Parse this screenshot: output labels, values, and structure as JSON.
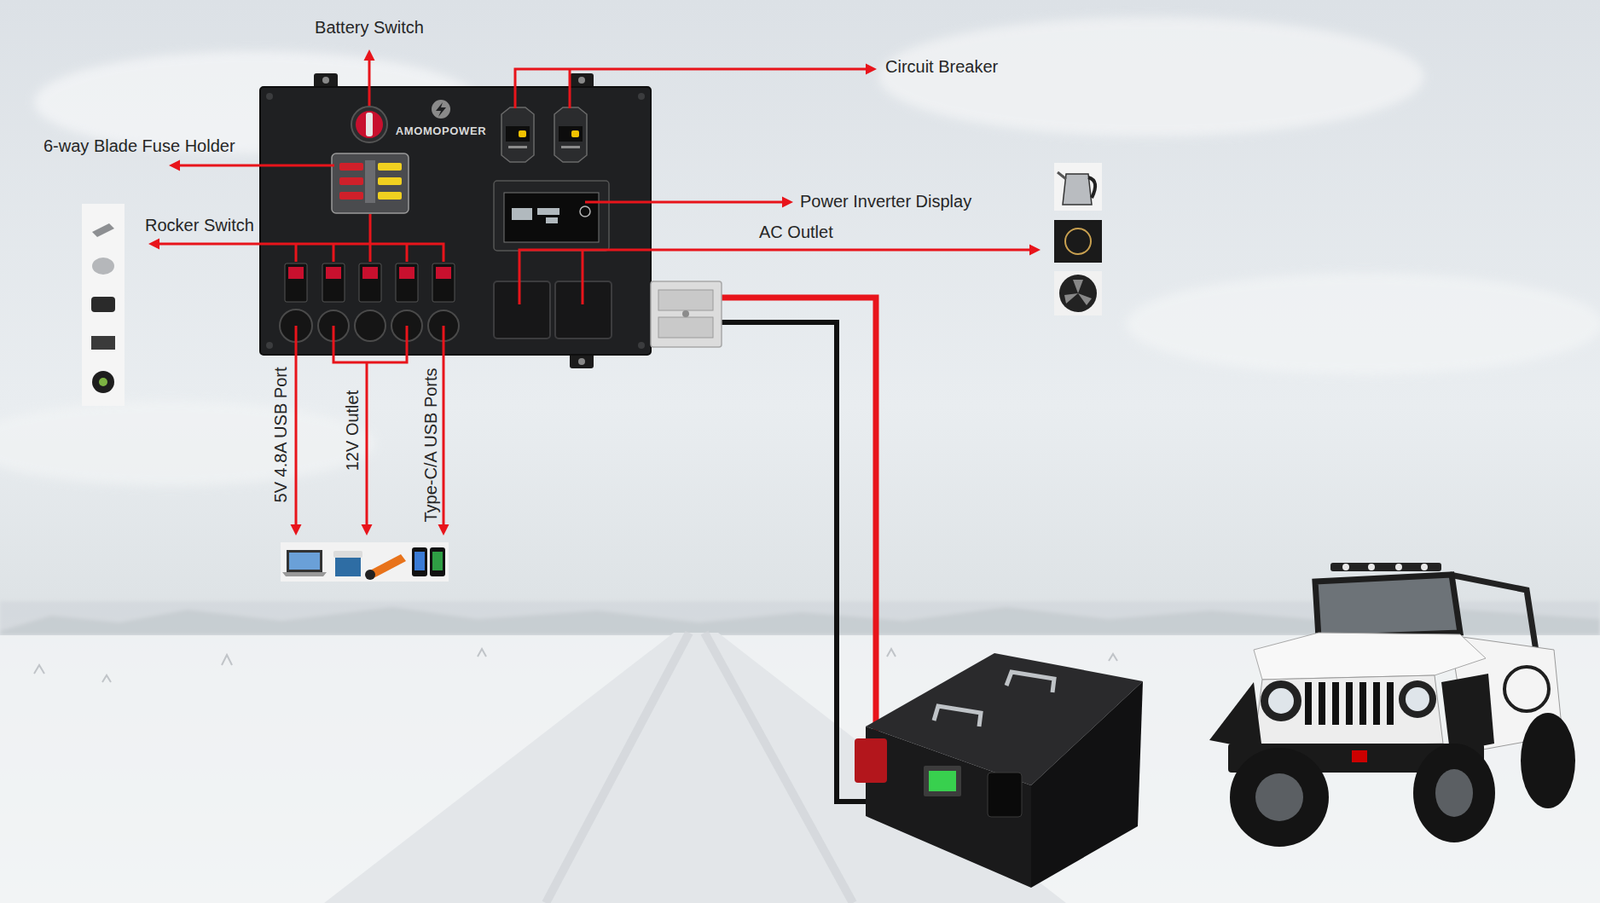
{
  "diagram": {
    "nodes": [
      {
        "text": [
          "AMOMOPOWER"
        ]
      }
    ],
    "labels": [
      "Battery Switch",
      "Circuit Breaker",
      "6-way Blade Fuse Holder",
      "Power Inverter Display",
      "Rocker Switch",
      "AC Outlet",
      "5V 4.8A USB Port",
      "12V Outlet",
      "Type-C/A USB Ports"
    ]
  }
}
